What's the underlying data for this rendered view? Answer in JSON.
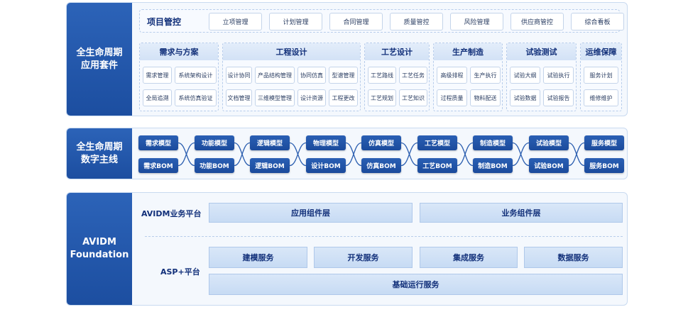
{
  "lifecycle_suite": {
    "label": "全生命周期\n应用套件",
    "project_mgmt": {
      "title": "项目管控",
      "items": [
        "立项管理",
        "计划管理",
        "合同管理",
        "质量管控",
        "风险管理",
        "供应商管控",
        "综合看板"
      ]
    },
    "groups": [
      {
        "title": "需求与方案",
        "items": [
          "需求管理",
          "系统架构设计",
          "全局追溯",
          "系统仿真验证"
        ]
      },
      {
        "title": "工程设计",
        "items": [
          "设计协同",
          "产品结构管理",
          "协同仿真",
          "型谱管理",
          "文档管理",
          "三维模型管理",
          "设计资源",
          "工程更改"
        ]
      },
      {
        "title": "工艺设计",
        "items": [
          "工艺路线",
          "工艺任务",
          "工艺规划",
          "工艺知识"
        ]
      },
      {
        "title": "生产制造",
        "items": [
          "高级排程",
          "生产执行",
          "过程质量",
          "物料配送"
        ]
      },
      {
        "title": "试验测试",
        "items": [
          "试验大纲",
          "试验执行",
          "试验数据",
          "试验报告"
        ]
      },
      {
        "title": "运维保障",
        "items": [
          "服务计划",
          "维修维护"
        ]
      }
    ]
  },
  "digital_thread": {
    "label": "全生命周期\n数字主线",
    "top_row": [
      "需求模型",
      "功能模型",
      "逻辑模型",
      "物理模型",
      "仿真模型",
      "工艺模型",
      "制造模型",
      "试验模型",
      "服务模型"
    ],
    "bottom_row": [
      "需求BOM",
      "功能BOM",
      "逻辑BOM",
      "设计BOM",
      "仿真BOM",
      "工艺BOM",
      "制造BOM",
      "试验BOM",
      "服务BOM"
    ]
  },
  "foundation": {
    "label": "AVIDM\nFoundation",
    "business_platform": {
      "label": "AVIDM业务平台",
      "layers": [
        "应用组件层",
        "业务组件层"
      ]
    },
    "asp_platform": {
      "label": "ASP+平台",
      "services": [
        "建模服务",
        "开发服务",
        "集成服务",
        "数据服务"
      ],
      "base": "基础运行服务"
    }
  },
  "colors": {
    "primary": "#1c4ea0",
    "light_panel": "#f4f8fd",
    "border": "#c9daf0",
    "layer_fill": "#d3e3f7"
  }
}
